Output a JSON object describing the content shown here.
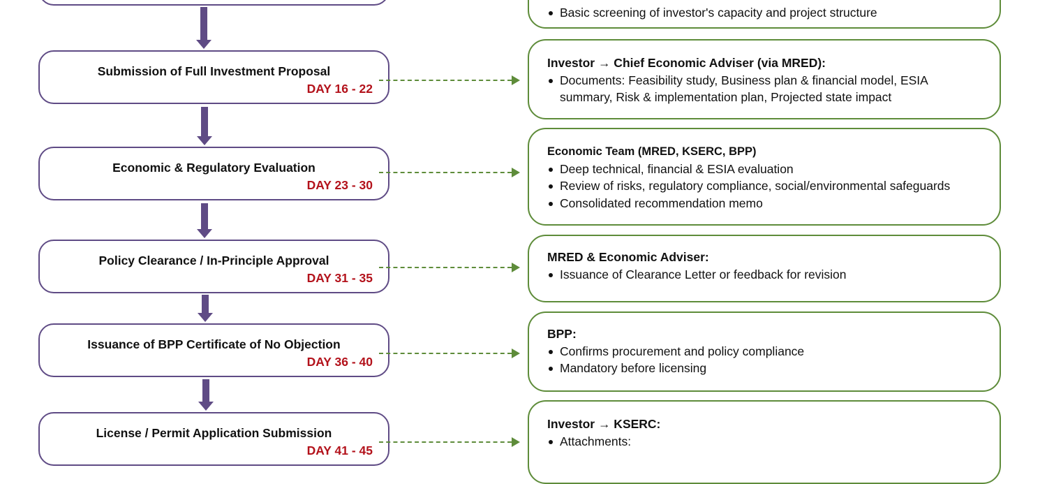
{
  "steps": [
    {
      "title": "Submission of Full Investment Proposal",
      "days": "DAY 16 - 22"
    },
    {
      "title": "Economic & Regulatory Evaluation",
      "days": "DAY 23 - 30"
    },
    {
      "title": "Policy Clearance / In-Principle Approval",
      "days": "DAY 31 - 35"
    },
    {
      "title": "Issuance of BPP Certificate of No Objection",
      "days": "DAY 36 - 40"
    },
    {
      "title": "License / Permit Application Submission",
      "days": "DAY 41 - 45"
    }
  ],
  "notes": [
    {
      "items": [
        "Basic screening of investor's capacity and project structure"
      ]
    },
    {
      "heading": "Investor → Chief Economic Adviser (via MRED):",
      "items": [
        "Documents: Feasibility study, Business plan & financial model, ESIA summary, Risk & implementation plan, Projected state impact"
      ]
    },
    {
      "heading": "Economic Team (MRED, KSERC, BPP)",
      "items": [
        "Deep technical, financial & ESIA evaluation",
        "Review of risks, regulatory compliance, social/environmental safeguards",
        "Consolidated recommendation memo"
      ]
    },
    {
      "heading": "MRED & Economic Adviser:",
      "items": [
        "Issuance of Clearance Letter or feedback for revision"
      ]
    },
    {
      "heading": "BPP:",
      "items": [
        "Confirms procurement and policy compliance",
        "Mandatory before licensing"
      ]
    },
    {
      "heading": "Investor → KSERC:",
      "items": [
        "Attachments:"
      ]
    }
  ],
  "colors": {
    "step_border": "#5f4b85",
    "note_border": "#5e8c3a",
    "days": "#b3121b"
  }
}
